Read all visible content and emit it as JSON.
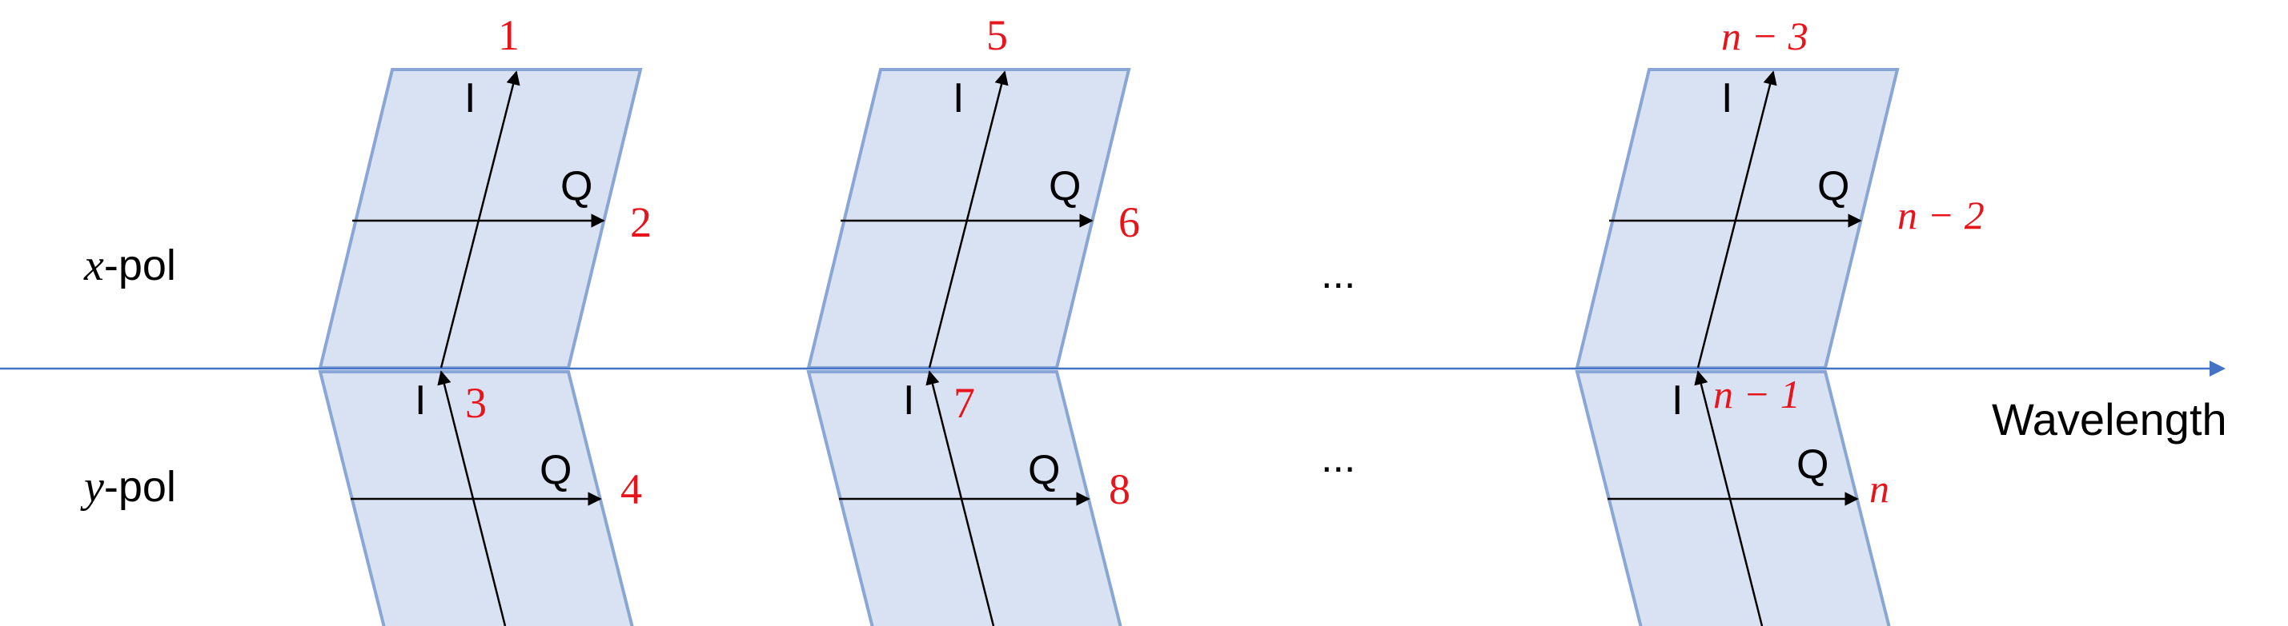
{
  "axis_label": "Wavelength",
  "row_labels": {
    "x": {
      "var": "x",
      "suffix": "-pol"
    },
    "y": {
      "var": "y",
      "suffix": "-pol"
    }
  },
  "ellipsis": "...",
  "groups": [
    {
      "x_pol": {
        "i_label": "I",
        "q_label": "Q",
        "i_num": "1",
        "q_num": "2"
      },
      "y_pol": {
        "i_label": "I",
        "q_label": "Q",
        "i_num": "3",
        "q_num": "4"
      }
    },
    {
      "x_pol": {
        "i_label": "I",
        "q_label": "Q",
        "i_num": "5",
        "q_num": "6"
      },
      "y_pol": {
        "i_label": "I",
        "q_label": "Q",
        "i_num": "7",
        "q_num": "8"
      }
    },
    {
      "x_pol": {
        "i_label": "I",
        "q_label": "Q",
        "i_num": "n − 3",
        "q_num": "n − 2"
      },
      "y_pol": {
        "i_label": "I",
        "q_label": "Q",
        "i_num": "n − 1",
        "q_num": "n"
      }
    }
  ],
  "colors": {
    "panel_fill": "#D9E2F2",
    "panel_stroke": "#8AA6D6",
    "axis_line": "#4472C4",
    "number_red": "#E8141C",
    "arrow": "#000000"
  }
}
